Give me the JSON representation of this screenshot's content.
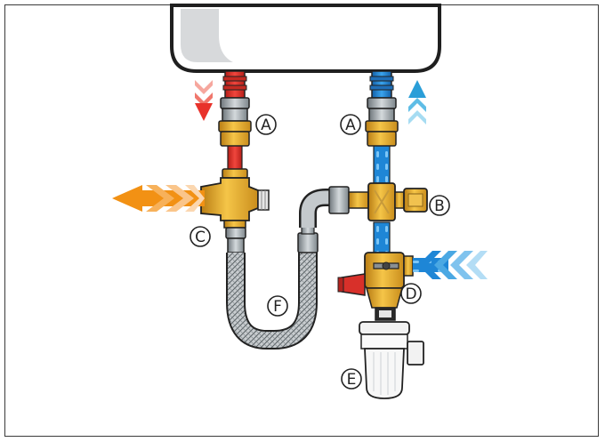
{
  "diagram": {
    "labels": {
      "a_left": "A",
      "a_right": "A",
      "b": "B",
      "c": "C",
      "d": "D",
      "e": "E",
      "f": "F"
    },
    "colors": {
      "hot": "#e8322b",
      "cold": "#1e86d6",
      "mixed": "#f29114",
      "brass": "#e0a52a",
      "steel": "#9aa3a8",
      "outline": "#222222"
    },
    "icons": {
      "hot_flow": "arrow-down-icon",
      "cold_flow": "arrow-up-icon",
      "mixed_outflow": "arrow-left-icon",
      "cold_inflow": "arrow-left-icon"
    }
  }
}
